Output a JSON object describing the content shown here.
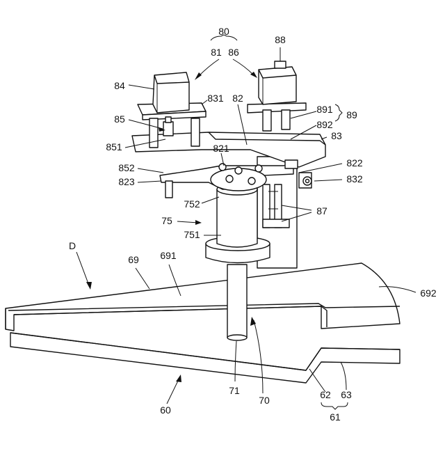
{
  "figure": {
    "labels": {
      "l80": "80",
      "l81": "81",
      "l86": "86",
      "l88": "88",
      "l84": "84",
      "l831": "831",
      "l82": "82",
      "l891": "891",
      "l89": "89",
      "l892": "892",
      "l83": "83",
      "l85": "85",
      "l851": "851",
      "l821": "821",
      "l852": "852",
      "l822": "822",
      "l823": "823",
      "l832": "832",
      "l752": "752",
      "l87": "87",
      "l75": "75",
      "l751": "751",
      "lD": "D",
      "l69": "69",
      "l691": "691",
      "l692": "692",
      "l71": "71",
      "l70": "70",
      "l62": "62",
      "l63": "63",
      "l60": "60",
      "l61": "61"
    }
  }
}
